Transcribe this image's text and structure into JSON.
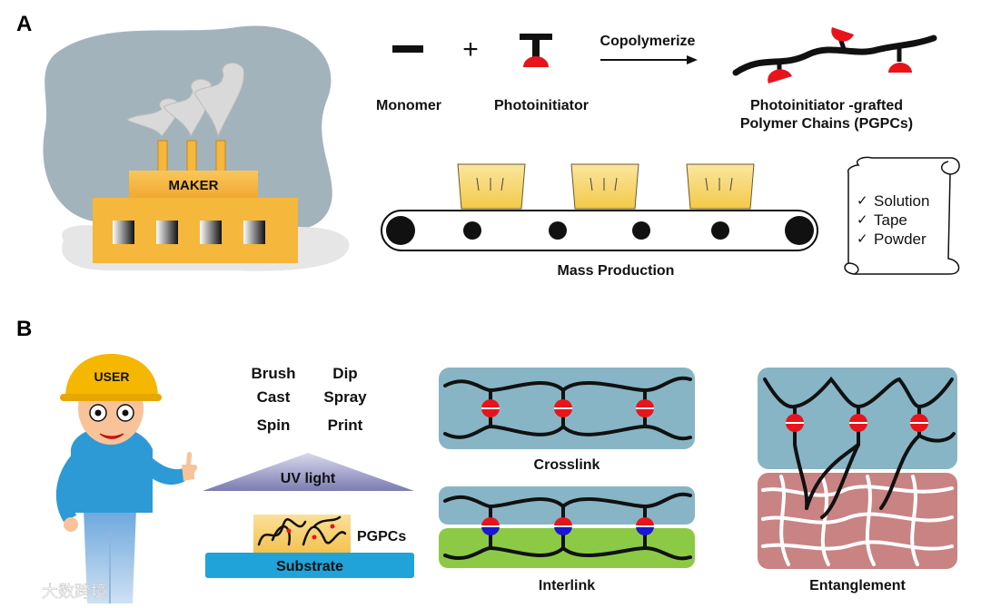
{
  "panel_a": {
    "letter": "A",
    "factory_sign": "MAKER",
    "plus": "+",
    "arrow_label": "Copolymerize",
    "monomer_label": "Monomer",
    "photoinitiator_label": "Photoinitiator",
    "product_label_line1": "Photoinitiator -grafted",
    "product_label_line2": "Polymer Chains (PGPCs)",
    "mass_production_label": "Mass Production",
    "forms": [
      "Solution",
      "Tape",
      "Powder"
    ],
    "check_mark": "✓"
  },
  "panel_b": {
    "letter": "B",
    "user_helmet": "USER",
    "methods": [
      "Brush",
      "Dip",
      "Cast",
      "Spray",
      "Spin",
      "Print"
    ],
    "uv_label": "UV light",
    "pgpcs_label": "PGPCs",
    "substrate_label": "Substrate",
    "crosslink_label": "Crosslink",
    "interlink_label": "Interlink",
    "entanglement_label": "Entanglement"
  },
  "watermark": "大数跨境",
  "colors": {
    "cloud_gray": "#a3b3bb",
    "factory_orange": "#f5b73c",
    "photoinitiator_red": "#e8141b",
    "box_yellow": "#f7d774",
    "panel_blue": "#87b5c5",
    "panel_green": "#8cca45",
    "panel_pink": "#c98383",
    "substrate_blue": "#1fa3d8",
    "uv_purple": "#8e8fc0",
    "shirt_blue": "#2d9ad6",
    "blue_node": "#1818d0"
  }
}
